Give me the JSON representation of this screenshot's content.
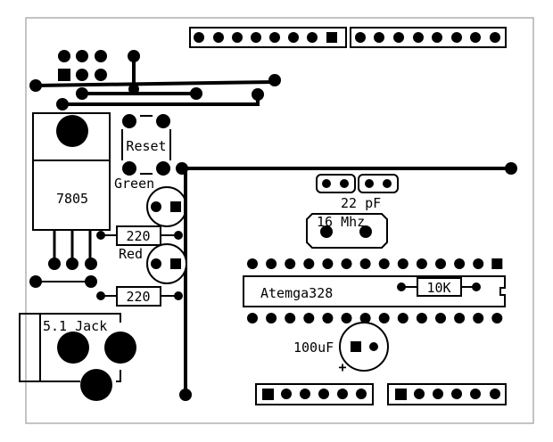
{
  "colors": {
    "ink": "#000000",
    "board_outline": "#888888",
    "background": "#ffffff"
  },
  "labels": {
    "regulator": "7805",
    "reset": "Reset",
    "led_green": "Green",
    "led_red": "Red",
    "resistor_1": "220",
    "resistor_2": "220",
    "jack": "5.1 Jack",
    "cap_22": "22 pF",
    "crystal": "16 Mhz",
    "mcu": "Atemga328",
    "resistor_10k": "10K",
    "cap_100": "100uF",
    "polarity": "+"
  }
}
